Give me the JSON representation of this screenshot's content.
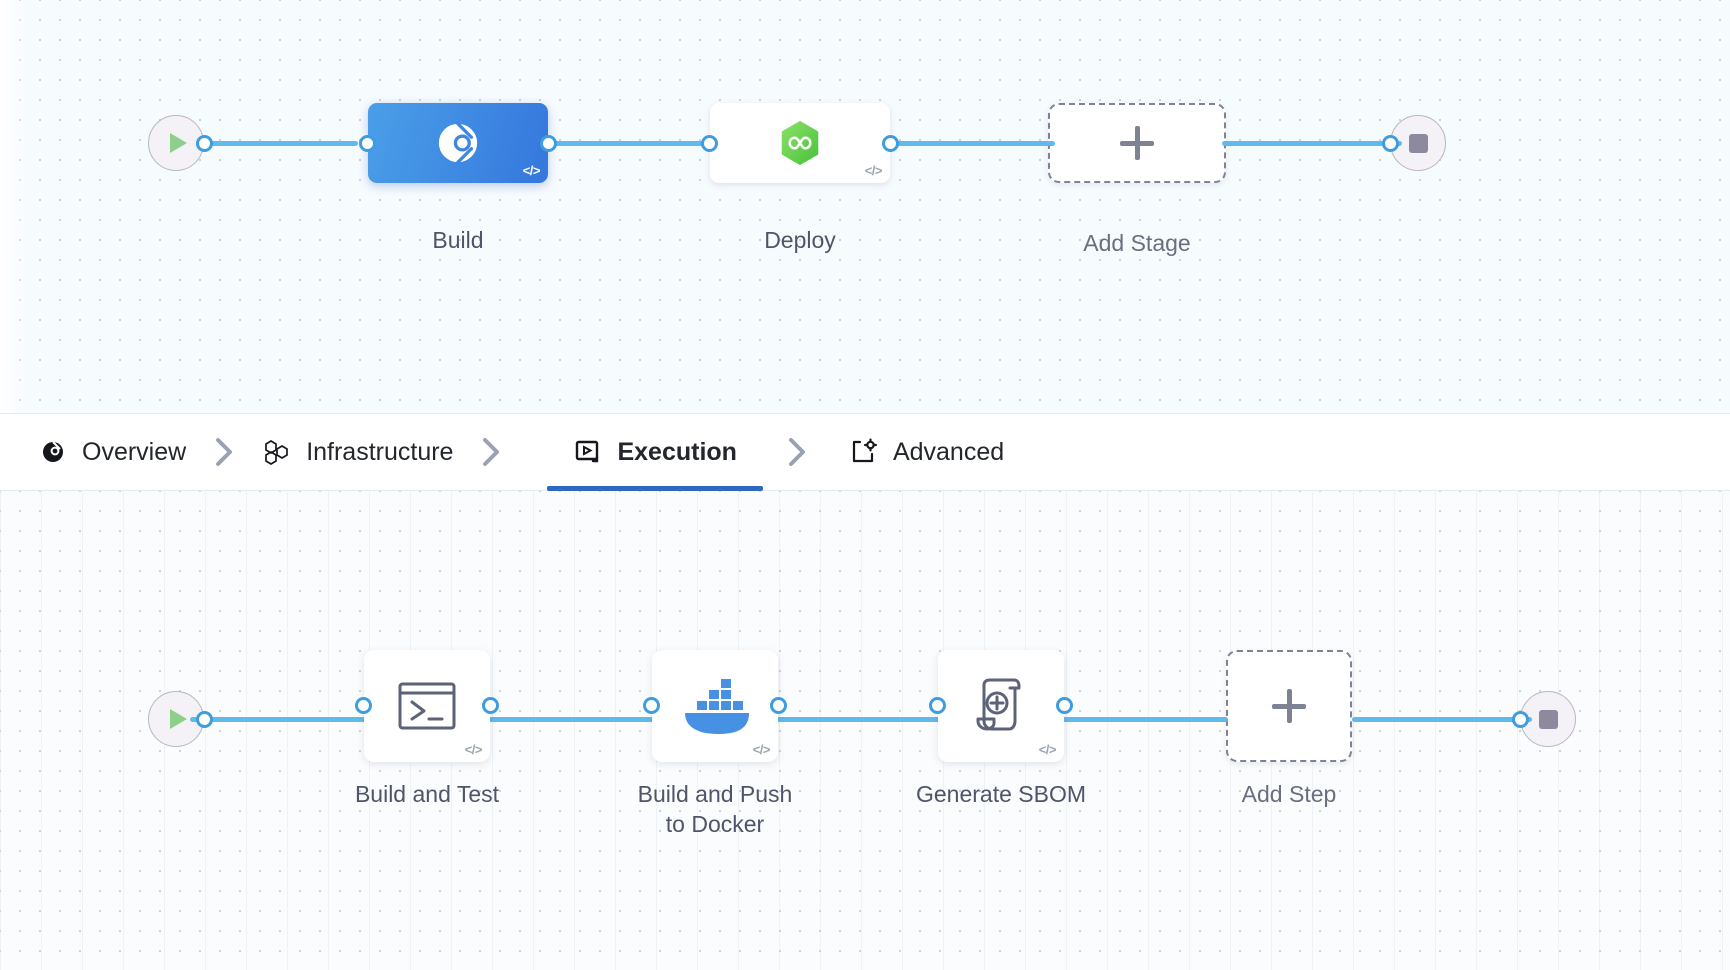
{
  "stages_canvas": {
    "name": "pipeline-stages-canvas",
    "start_node": {
      "icon": "play-icon",
      "label": ""
    },
    "end_node": {
      "icon": "stop-icon",
      "label": ""
    },
    "stages": [
      {
        "label": "Build",
        "icon": "harness-ci-icon",
        "badge": "</>",
        "selected": true,
        "accent": "#3d86e2"
      },
      {
        "label": "Deploy",
        "icon": "harness-cd-infinity-icon",
        "badge": "</>",
        "selected": false,
        "accent": "#6dd048"
      }
    ],
    "add_stage": {
      "label": "Add Stage",
      "icon": "plus-icon"
    }
  },
  "tabs": {
    "items": [
      {
        "label": "Overview",
        "icon": "overview-pie-icon",
        "active": false
      },
      {
        "label": "Infrastructure",
        "icon": "hexagon-cluster-icon",
        "active": false
      },
      {
        "label": "Execution",
        "icon": "execution-play-icon",
        "active": true
      },
      {
        "label": "Advanced",
        "icon": "advanced-gear-icon",
        "active": false
      }
    ],
    "separator_icon": "chevron-right-icon",
    "active_underline_color": "#2c68c4"
  },
  "steps_canvas": {
    "name": "pipeline-steps-canvas",
    "start_node": {
      "icon": "play-icon"
    },
    "end_node": {
      "icon": "stop-icon"
    },
    "steps": [
      {
        "label": "Build and Test",
        "icon": "terminal-icon",
        "badge": "</>"
      },
      {
        "label": "Build and Push\nto Docker",
        "icon": "docker-icon",
        "badge": "</>"
      },
      {
        "label": "Generate SBOM",
        "icon": "sbom-scroll-icon",
        "badge": "</>"
      }
    ],
    "add_step": {
      "label": "Add Step",
      "icon": "plus-icon"
    }
  },
  "theme": {
    "link_color": "#62b9ec",
    "port_color": "#3e9de0",
    "selected_stage_gradient_from": "#4a9fe8",
    "selected_stage_gradient_to": "#3577dd",
    "dashed_border_color": "#7d8295",
    "label_color": "#4f5569"
  }
}
